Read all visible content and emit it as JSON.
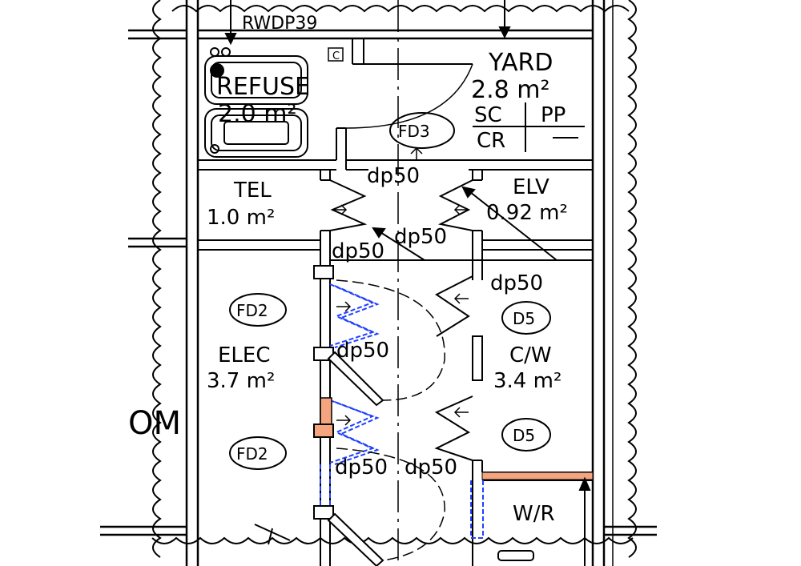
{
  "drawing": {
    "pipe_label": "RWDP39",
    "rooms": {
      "yard": {
        "name": "YARD",
        "area": "2.8 m²"
      },
      "refuse": {
        "name": "REFUSE",
        "area": "2.0 m²"
      },
      "tel": {
        "name": "TEL",
        "area": "1.0 m²"
      },
      "elv": {
        "name": "ELV",
        "area": "0.92 m²"
      },
      "elec": {
        "name": "ELEC",
        "area": "3.7 m²"
      },
      "cw": {
        "name": "C/W",
        "area": "3.4 m²"
      },
      "wr": {
        "name": "W/R"
      }
    },
    "yard_table": {
      "sc": "SC",
      "pp": "PP",
      "cr": "CR"
    },
    "small_tag": "C",
    "door_tags": {
      "fd3": "FD3",
      "fd2_upper": "FD2",
      "fd2_lower": "FD2",
      "d5_upper": "D5",
      "d5_lower": "D5"
    },
    "door_widths": [
      "dp50",
      "dp50",
      "dp50",
      "dp50",
      "dp50",
      "dp50",
      "dp50"
    ],
    "partial_text": "OM",
    "colors": {
      "line": "#000000",
      "blue_dash": "#1f3fff",
      "highlight": "#f4a57f"
    }
  }
}
